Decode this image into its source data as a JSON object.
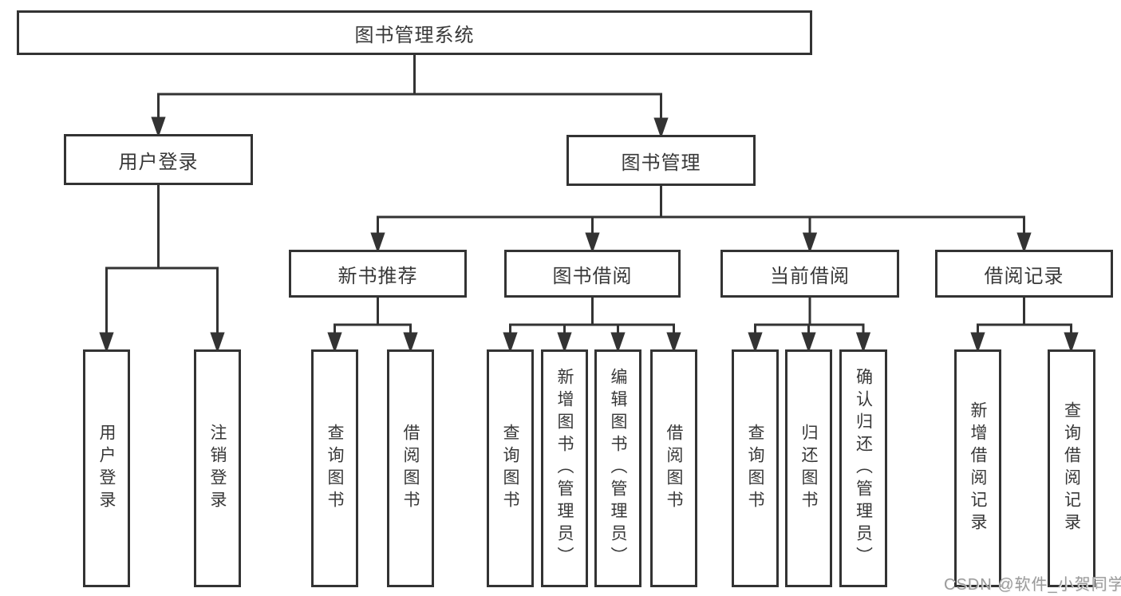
{
  "tree": {
    "label": "图书管理系统",
    "children": [
      {
        "label": "用户登录",
        "children": [
          {
            "label": "用户登录"
          },
          {
            "label": "注销登录"
          }
        ]
      },
      {
        "label": "图书管理",
        "children": [
          {
            "label": "新书推荐",
            "children": [
              {
                "label": "查询图书"
              },
              {
                "label": "借阅图书"
              }
            ]
          },
          {
            "label": "图书借阅",
            "children": [
              {
                "label": "查询图书"
              },
              {
                "label": "新增图书（管理员）"
              },
              {
                "label": "编辑图书（管理员）"
              },
              {
                "label": "借阅图书"
              }
            ]
          },
          {
            "label": "当前借阅",
            "children": [
              {
                "label": "查询图书"
              },
              {
                "label": "归还图书"
              },
              {
                "label": "确认归还（管理员）"
              }
            ]
          },
          {
            "label": "借阅记录",
            "children": [
              {
                "label": "新增借阅记录"
              },
              {
                "label": "查询借阅记录"
              }
            ]
          }
        ]
      }
    ]
  },
  "watermark": {
    "text": "CSDN @软件_小贺同学"
  },
  "colors": {
    "line": "#333333",
    "border": "#333333",
    "text": "#383838",
    "watermark": "#9b9b9b",
    "background": "#ffffff"
  }
}
